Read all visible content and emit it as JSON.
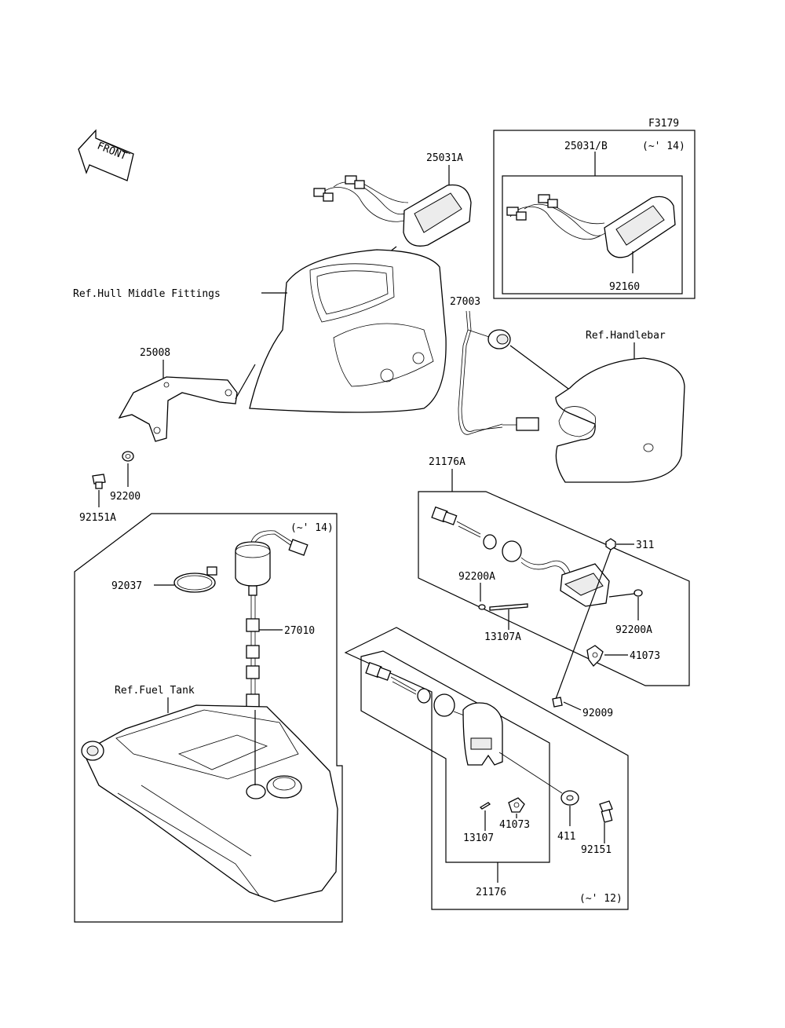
{
  "figure_code": "F3179",
  "front_label": "FRONT",
  "labels": {
    "p25031A": "25031A",
    "p25031B": "25031/B",
    "p25031B_note": "(~' 14)",
    "p92160": "92160",
    "ref_hull": "Ref.Hull Middle Fittings",
    "p27003": "27003",
    "ref_handlebar": "Ref.Handlebar",
    "p25008": "25008",
    "p92200": "92200",
    "p92151A": "92151A",
    "p21176A": "21176A",
    "p311": "311",
    "p92200A_left": "92200A",
    "p92200A_right": "92200A",
    "p13107A": "13107A",
    "p41073_upper": "41073",
    "p92009": "92009",
    "note_14_lower": "(~' 14)",
    "p92037": "92037",
    "p27010": "27010",
    "ref_fuel": "Ref.Fuel Tank",
    "p13107": "13107",
    "p41073_lower": "41073",
    "p411": "411",
    "p92151": "92151",
    "p21176": "21176",
    "note_12": "(~' 12)"
  }
}
